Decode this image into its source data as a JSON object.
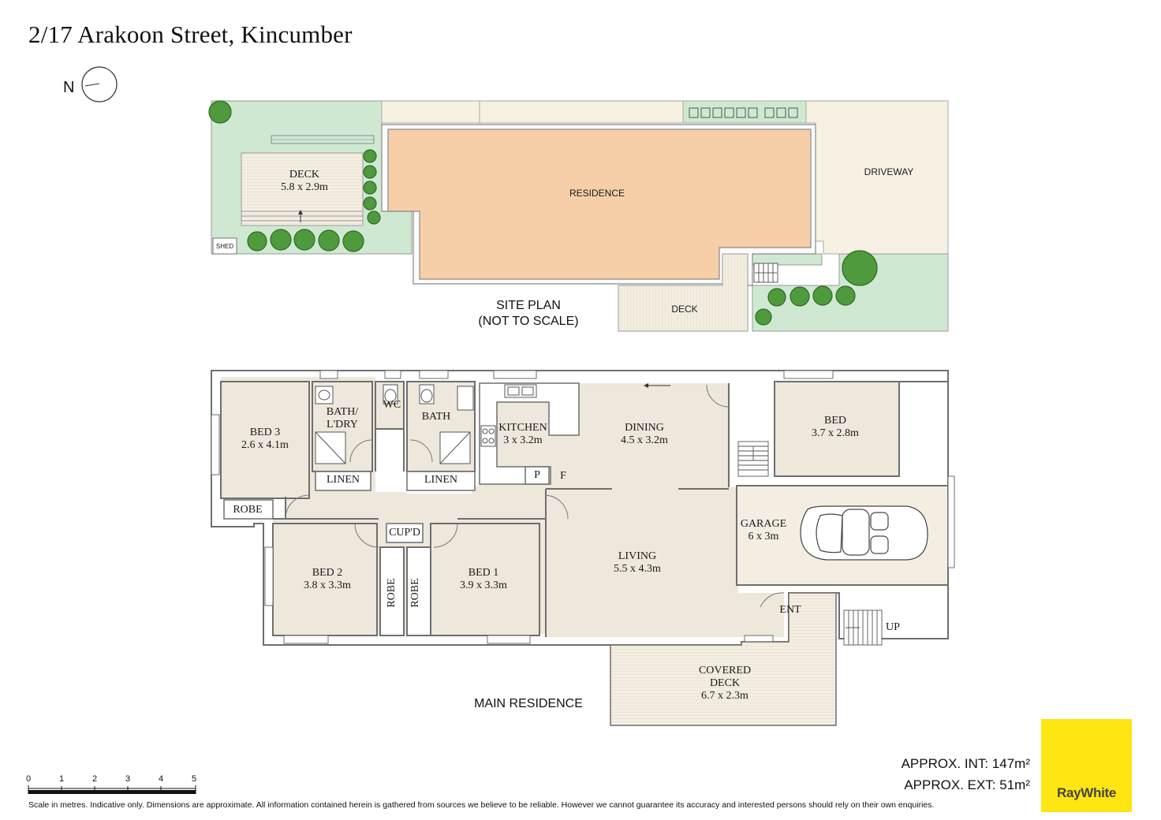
{
  "header": {
    "title": "2/17 Arakoon Street, Kincumber",
    "north": "N"
  },
  "site_plan": {
    "heading_line1": "SITE PLAN",
    "heading_line2": "(NOT TO SCALE)",
    "deck_back_name": "DECK",
    "deck_back_size": "5.8 x 2.9m",
    "residence": "RESIDENCE",
    "driveway": "DRIVEWAY",
    "deck_front": "DECK",
    "shed": "SHED"
  },
  "main_residence": {
    "heading": "MAIN RESIDENCE",
    "rooms": {
      "bed3": {
        "name": "BED 3",
        "size": "2.6 x 4.1m"
      },
      "bath_ldry_1": "BATH/",
      "bath_ldry_2": "L'DRY",
      "wc": "WC",
      "bath": "BATH",
      "kitchen": {
        "name": "KITCHEN",
        "size": "3 x 3.2m"
      },
      "dining": {
        "name": "DINING",
        "size": "4.5 x 3.2m"
      },
      "bed4": {
        "name": "BED",
        "size": "3.7 x 2.8m"
      },
      "linen_1": "LINEN",
      "linen_2": "LINEN",
      "pantry": "P",
      "fridge": "F",
      "robe_bed3": "ROBE",
      "cupd": "CUP'D",
      "garage": {
        "name": "GARAGE",
        "size": "6 x 3m"
      },
      "living": {
        "name": "LIVING",
        "size": "5.5 x 4.3m"
      },
      "bed2": {
        "name": "BED 2",
        "size": "3.8 x 3.3m"
      },
      "bed1": {
        "name": "BED 1",
        "size": "3.9 x 3.3m"
      },
      "robe_bed2": "ROBE",
      "robe_bed1": "ROBE",
      "entry": "ENT",
      "stairs_up": "UP",
      "covered_deck": {
        "name_1": "COVERED",
        "name_2": "DECK",
        "size": "6.7 x 2.3m"
      }
    }
  },
  "areas": {
    "internal": "APPROX. INT:  147m²",
    "external": "APPROX. EXT:  51m²"
  },
  "scale_bar": {
    "ticks": [
      "0",
      "1",
      "2",
      "3",
      "4",
      "5"
    ]
  },
  "disclaimer": "Scale in metres. Indicative only. Dimensions are approximate. All information contained herein is gathered from sources we believe to be reliable. However we cannot guarantee its accuracy and interested persons should rely on their own enquiries.",
  "brand": {
    "logo_text": "RayWhite"
  },
  "colors": {
    "garden": "#cfe8d2",
    "residence": "#f6cfa8",
    "residence_stroke": "#8a8a8a",
    "driveway": "#f6f1e3",
    "floor": "#eee7db",
    "deck": "#f4eee2",
    "wall": "#6e6e6e",
    "tree": "#4e9a3c",
    "brand_yellow": "#ffe512"
  }
}
